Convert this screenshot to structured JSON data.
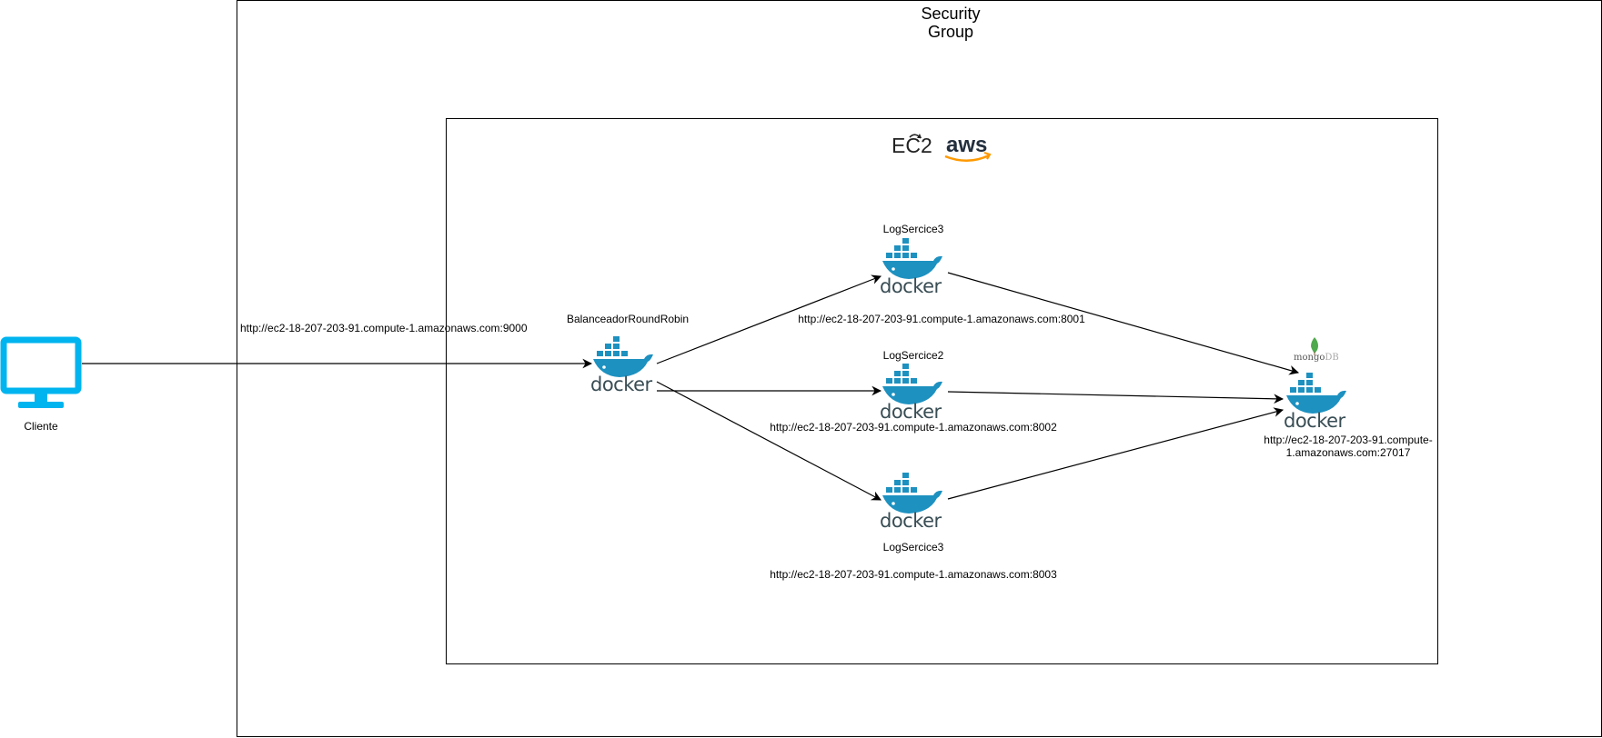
{
  "security_group": {
    "title_line1": "Security",
    "title_line2": "Group"
  },
  "ec2": {
    "label": "EC2",
    "logo": "aws"
  },
  "client": {
    "label": "Cliente",
    "icon": "monitor-icon",
    "color": "#00b4ef",
    "url": "http://ec2-18-207-203-91.compute-1.amazonaws.com:9000"
  },
  "balancer": {
    "name": "BalanceadorRoundRobin",
    "logo": "docker"
  },
  "services": [
    {
      "name": "LogSercice3",
      "url": "http://ec2-18-207-203-91.compute-1.amazonaws.com:8001",
      "logo": "docker"
    },
    {
      "name": "LogSercice2",
      "url": "http://ec2-18-207-203-91.compute-1.amazonaws.com:8002",
      "logo": "docker"
    },
    {
      "name": "LogSercice3",
      "url": "http://ec2-18-207-203-91.compute-1.amazonaws.com:8003",
      "logo": "docker"
    }
  ],
  "database": {
    "brand": "mongoDB",
    "brand_a": "mongo",
    "brand_b": "DB",
    "logo": "docker",
    "url_line1": "http://ec2-18-207-203-91.compute-",
    "url_line2": "1.amazonaws.com:27017"
  },
  "colors": {
    "docker_blue": "#1d91c0",
    "docker_text": "#394d54",
    "aws_orange": "#ff9900",
    "mongo_green": "#4fa94d"
  }
}
